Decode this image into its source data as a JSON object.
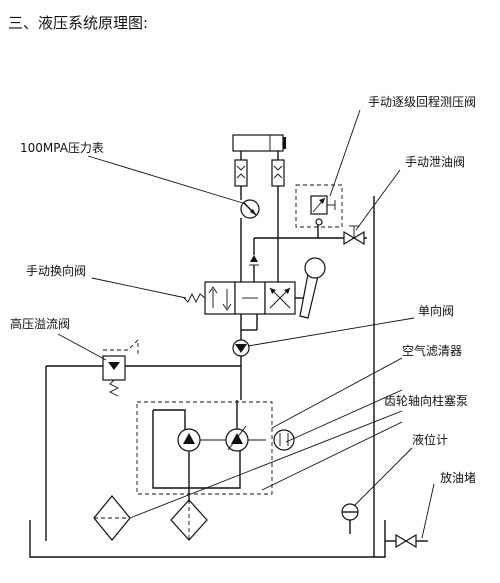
{
  "diagram": {
    "heading": "三、液压系统原理图:",
    "labels": {
      "manual_stepwise_pressure_valve": "手动逐级回程测压阀",
      "pressure_gauge": "100MPA压力表",
      "manual_drain_valve": "手动泄油阀",
      "manual_directional_valve": "手动换向阀",
      "high_pressure_relief_valve": "高压溢流阀",
      "check_valve": "单向阀",
      "air_filter": "空气滤清器",
      "gear_axial_piston_pump": "齿轮轴向柱塞泵",
      "level_gauge": "液位计",
      "drain_plug": "放油堵"
    }
  }
}
